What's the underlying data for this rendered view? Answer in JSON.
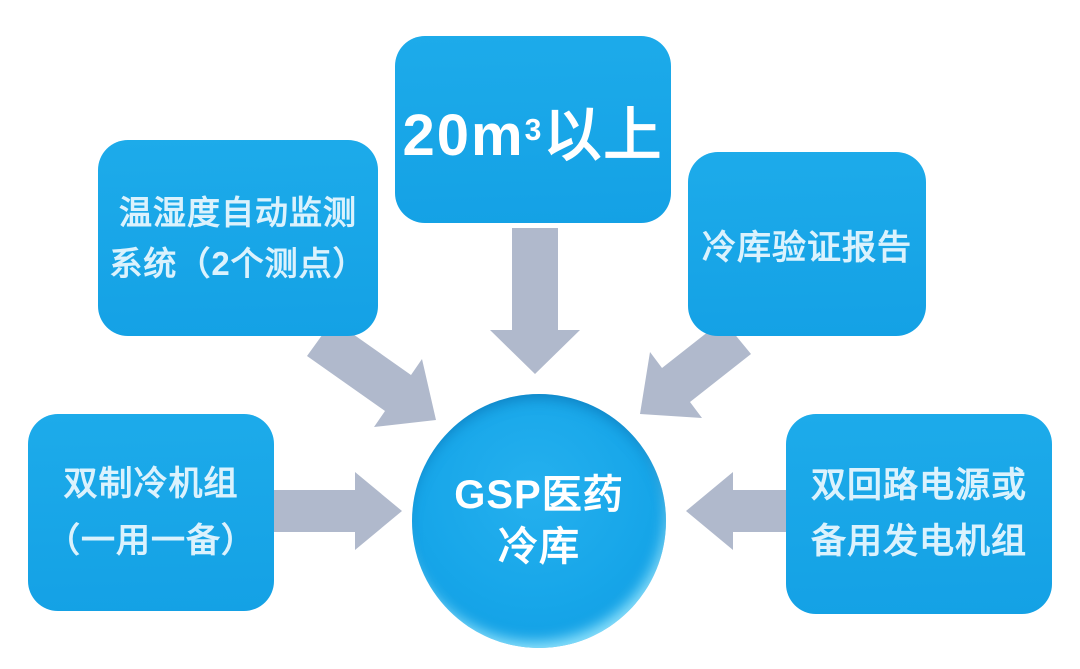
{
  "diagram": {
    "center_node": {
      "line1": "GSP医药",
      "line2": "冷库"
    },
    "nodes": {
      "capacity": {
        "main": "20m",
        "superscript": "3",
        "suffix": "以上"
      },
      "monitoring": {
        "line1": "温湿度自动监测",
        "line2": "系统（2个测点）"
      },
      "validation": {
        "line1": "冷库验证报告"
      },
      "refrigeration": {
        "line1": "双制冷机组",
        "line2": "（一用一备）"
      },
      "power": {
        "line1": "双回路电源或",
        "line2": "备用发电机组"
      }
    },
    "colors": {
      "node_blue": "#17a7e8",
      "arrow_gray": "#b0b9cc",
      "text_light": "#dbf2fd",
      "text_white": "#ffffff",
      "background": "#ffffff"
    }
  }
}
